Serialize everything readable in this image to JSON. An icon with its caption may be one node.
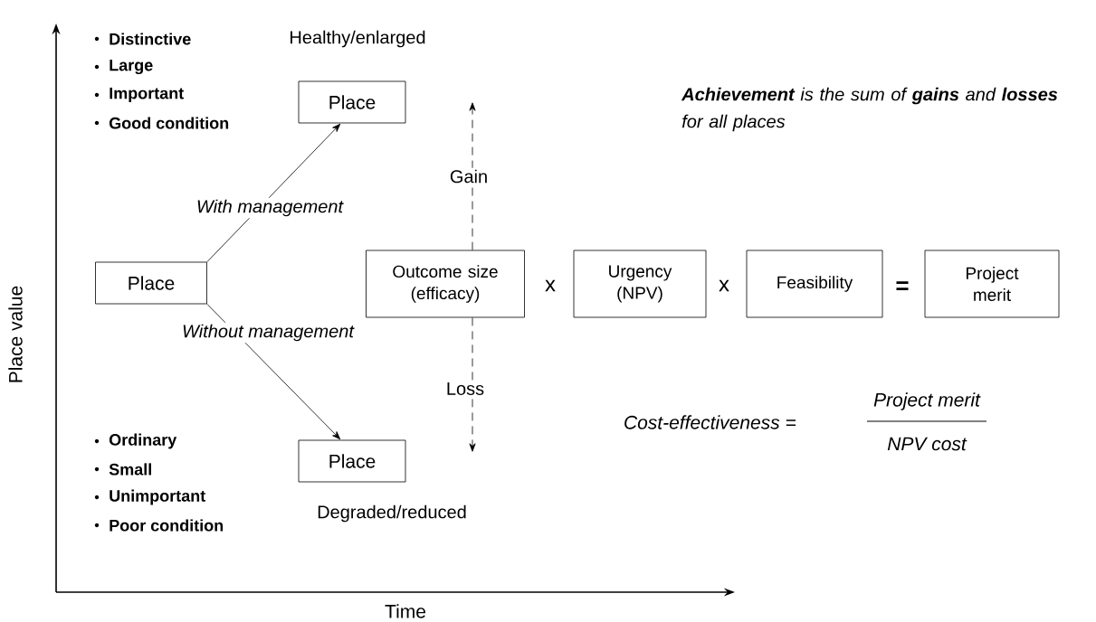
{
  "diagram": {
    "nodes": [
      {
        "text": [
          "Place"
        ]
      },
      {
        "text": [
          "Place"
        ],
        "beside": [
          "Healthy/enlarged"
        ]
      },
      {
        "text": [
          "Place"
        ],
        "beside": [
          "Degraded/reduced"
        ]
      },
      {
        "text": [
          "Outcome size (efficacy)"
        ]
      },
      {
        "text": [
          "Urgency (NPV)"
        ]
      },
      {
        "text": [
          "Feasibility"
        ]
      },
      {
        "text": [
          "Project merit"
        ]
      }
    ],
    "edges": [
      {
        "from": 0,
        "to": 1,
        "arrow": "to",
        "label": "With management"
      },
      {
        "from": 0,
        "to": 2,
        "arrow": "to",
        "label": "Without management"
      },
      {
        "from": 3,
        "to": null,
        "arrow": "to",
        "label": "Gain",
        "style": "dashed"
      },
      {
        "from": 3,
        "to": null,
        "arrow": "to",
        "label": "Loss",
        "style": "dashed"
      }
    ],
    "labels": [
      "Distinctive",
      "Large",
      "Important",
      "Good condition",
      "Ordinary",
      "Small",
      "Unimportant",
      "Poor condition",
      "x",
      "x",
      "=",
      "**Achievement** is the sum of **gains** and **losses** for all places",
      "Cost-effectiveness =",
      "Project merit",
      "NPV cost",
      "Place value",
      "Time"
    ]
  }
}
